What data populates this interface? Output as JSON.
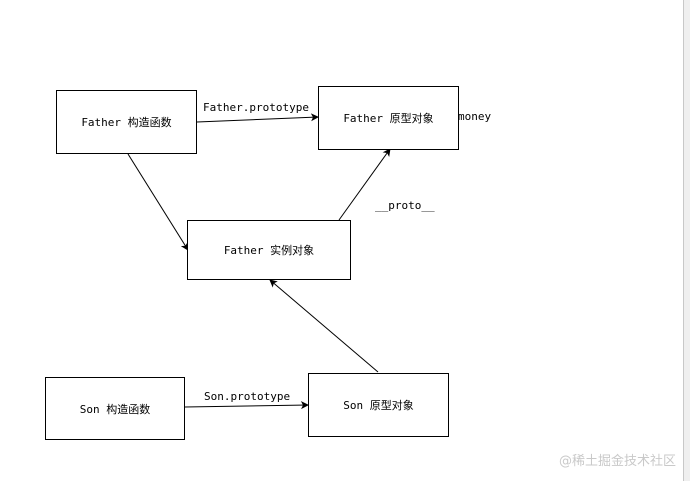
{
  "nodes": {
    "father_constructor": "Father 构造函数",
    "father_prototype": "Father 原型对象",
    "father_instance": "Father 实例对象",
    "son_constructor": "Son 构造函数",
    "son_prototype": "Son 原型对象"
  },
  "edge_labels": {
    "father_prototype_link": "Father.prototype",
    "proto_link": "__proto__",
    "son_prototype_link": "Son.prototype",
    "money": "money"
  },
  "watermark": "@稀土掘金技术社区"
}
